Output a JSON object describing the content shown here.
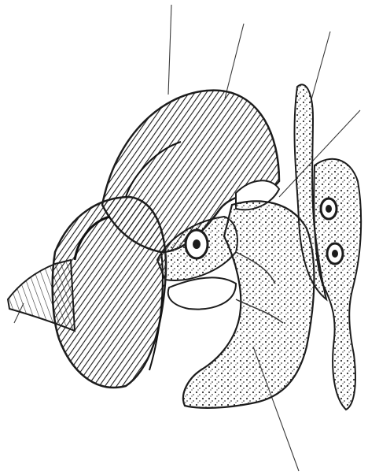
{
  "figure": {
    "subject": "snail-illustration",
    "style": "black-and-white engraving",
    "ink_color": "#1c1c1c",
    "background_color": "#ffffff",
    "leader_lines": [
      "shell-apex-line",
      "shell-whorl-line",
      "tentacle-line",
      "eye-line",
      "foot-line",
      "siphon-line"
    ]
  }
}
